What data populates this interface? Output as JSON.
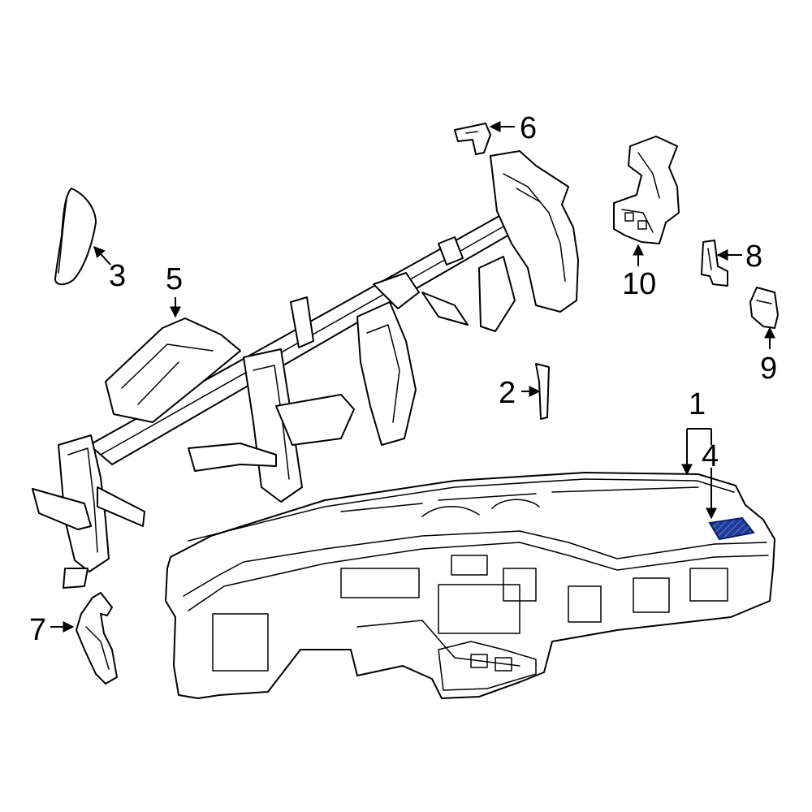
{
  "diagram": {
    "callouts": [
      "1",
      "2",
      "3",
      "4",
      "5",
      "6",
      "7",
      "8",
      "9",
      "10"
    ],
    "highlight_color": "#1f3b9a",
    "line_color": "#000000",
    "background": "#ffffff"
  }
}
